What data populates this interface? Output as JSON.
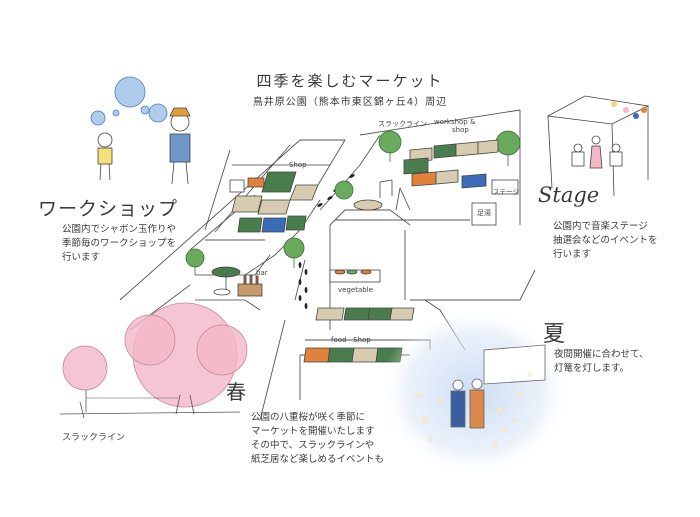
{
  "header": {
    "title": "四季を楽しむマーケット",
    "subtitle": "鳥井原公園（熊本市東区錦ヶ丘4）周辺"
  },
  "workshop": {
    "heading": "ワークショップ",
    "lines": [
      "公園内でシャボン玉作りや",
      "季節毎のワークショップを",
      "行います"
    ]
  },
  "stage": {
    "heading": "Stage",
    "lines": [
      "公園内で音楽ステージ",
      "抽選会などのイベントを",
      "行います"
    ]
  },
  "summer": {
    "heading": "夏",
    "lines": [
      "夜間開催に合わせて、",
      "灯篭を灯します。"
    ]
  },
  "spring": {
    "heading": "春",
    "lines": [
      "公園の八重桜が咲く季節に",
      "マーケットを開催いたします",
      "その中で、スラックラインや",
      "紙芝居など楽しめるイベントも"
    ]
  },
  "map_labels": {
    "shop": "Shop",
    "slackline_top": "スラックライン",
    "workshop_shop": "workshop &",
    "workshop_shop_2": "shop",
    "stage_sign": "ステージ",
    "toilet": "足湯",
    "bar": "bar",
    "vegetable": "vegetable",
    "food": "food",
    "food_shop": "Shop",
    "slackline_bottom": "スラックライン"
  },
  "colors": {
    "awning_green": "#4a7d4e",
    "awning_orange": "#e0823a",
    "awning_blue": "#3b6cb7",
    "awning_beige": "#d8ccb0",
    "tree_green": "#6aaa5c",
    "cherry_pink": "#f4b7c8",
    "bubble_blue": "#8fb7e4",
    "night_glow": "#c7d9f2",
    "lantern_yellow": "#f4d27a"
  }
}
